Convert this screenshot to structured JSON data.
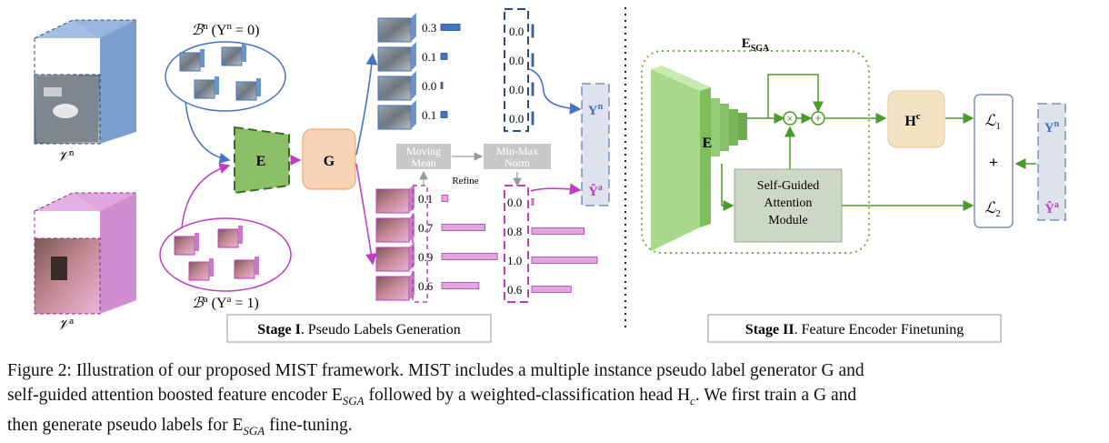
{
  "stage1": {
    "title_bold": "Stage I",
    "title_rest": ". Pseudo Labels Generation",
    "vn_label": "𝒱",
    "vn_sup": "n",
    "va_label": "𝒱",
    "va_sup": "a",
    "bn_label": "ℬ",
    "bn_sup": "n",
    "bn_cond": "(Y",
    "bn_cond_sup": "n",
    "bn_cond_end": "= 0)",
    "ba_label": "ℬ",
    "ba_sup": "a",
    "ba_cond": "(Y",
    "ba_cond_sup": "a",
    "ba_cond_end": "= 1)",
    "encoder": "E",
    "generator": "G",
    "moving_mean_line1": "Moving",
    "moving_mean_line2": "Mean",
    "minmax_line1": "Min-Max",
    "minmax_line2": "Norm",
    "refine": "Refine",
    "yn": "Y",
    "yn_sup": "n",
    "ya": "Ŷ",
    "ya_sup": "a"
  },
  "scores": {
    "normal_raw": [
      "0.3",
      "0.1",
      "0.0",
      "0.1"
    ],
    "normal_norm": [
      "0.0",
      "0.0",
      "0.0",
      "0.0"
    ],
    "anomaly_raw": [
      "0.1",
      "0.7",
      "0.9",
      "0.6"
    ],
    "anomaly_norm": [
      "0.0",
      "0.8",
      "1.0",
      "0.6"
    ]
  },
  "stage2": {
    "title_bold": "Stage II",
    "title_rest": ". Feature Encoder Finetuning",
    "esga": "E",
    "esga_sub": "SGA",
    "encoder": "E",
    "head": "H",
    "head_sup": "c",
    "sga_line1": "Self-Guided",
    "sga_line2": "Attention",
    "sga_line3": "Module",
    "loss1": "ℒ",
    "loss1_sub": "1",
    "loss2": "ℒ",
    "loss2_sub": "2",
    "plus": "+",
    "yn": "Y",
    "yn_sup": "n",
    "ya": "Ŷ",
    "ya_sup": "a"
  },
  "colors": {
    "normal_blue": "#4472c4",
    "anomaly_magenta": "#c03cc0",
    "encoder_green": "#9acd6e",
    "generator_orange": "#f8d7bf",
    "head_beige": "#f4e3c3",
    "sga_gray": "#ccd6c4",
    "label_panel": "#dde2ec",
    "arrow_green": "#4c9a2a"
  },
  "caption": {
    "line1": "Figure 2: Illustration of our proposed MIST framework. MIST includes a multiple instance pseudo label generator G and",
    "line2": "self-guided attention boosted feature encoder E",
    "line2_sub": "SGA",
    "line2_end": " followed by a weighted-classification head H",
    "line2_sub2": "c",
    "line2_tail": ". We first train a G and",
    "line3": "then generate pseudo labels for E",
    "line3_sub": "SGA",
    "line3_end": " fine-tuning."
  }
}
